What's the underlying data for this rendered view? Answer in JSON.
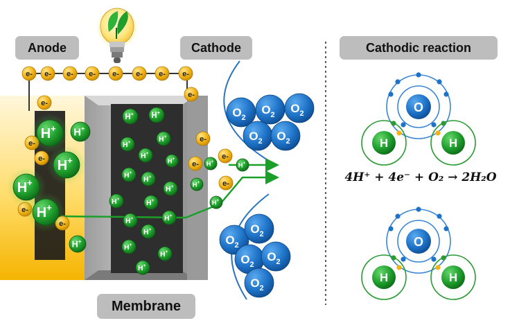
{
  "labels": {
    "anode": "Anode",
    "cathode": "Cathode",
    "membrane": "Membrane",
    "reaction_title": "Cathodic reaction"
  },
  "ions": {
    "proton": "H",
    "proton_charge": "+",
    "electron": "e-",
    "oxygen": "O",
    "oxygen_sub": "2",
    "hydrogen_atom": "H",
    "oxygen_atom": "O"
  },
  "equation": {
    "text": "4H⁺ + 4e⁻ + O₂ → 2H₂O"
  },
  "icons": [
    "light-bulb-icon",
    "leaf-icon"
  ],
  "colors": {
    "proton": "#1f9e2c",
    "electron": "#f2b316",
    "oxygen": "#1e73c8",
    "arrow": "#1aa028",
    "flow_line": "#2a74c0",
    "label_bg": "#bdbdbd"
  }
}
